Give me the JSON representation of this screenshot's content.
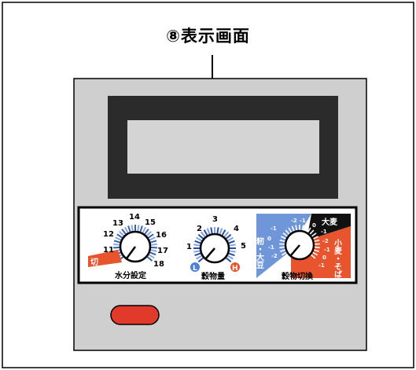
{
  "callout": {
    "title": "⑧表示画面"
  },
  "dials": {
    "moisture": {
      "label": "水分設定",
      "scale": [
        "11",
        "12",
        "13",
        "14",
        "15",
        "16",
        "17",
        "18"
      ],
      "off_label": "切"
    },
    "grain_amount": {
      "label": "穀物量",
      "scale": [
        "1",
        "2",
        "3",
        "4",
        "5"
      ],
      "low": "L",
      "high": "H"
    },
    "grain_select": {
      "label": "穀物切換",
      "left_label": "籾・大豆",
      "top_label": "大麦",
      "right_label": "小麦・そば",
      "marks": [
        "-2",
        "-1",
        "0",
        "-1",
        "-2",
        "-1",
        "0",
        "-1",
        "-2",
        "-1",
        "0",
        "-1"
      ]
    }
  },
  "colors": {
    "panel": "#cfcfcf",
    "display": "#2b2b2b",
    "lcd": "#d4d4d4",
    "blue": "#6f96d8",
    "orange": "#e8542e",
    "button": "#e23a2a"
  }
}
